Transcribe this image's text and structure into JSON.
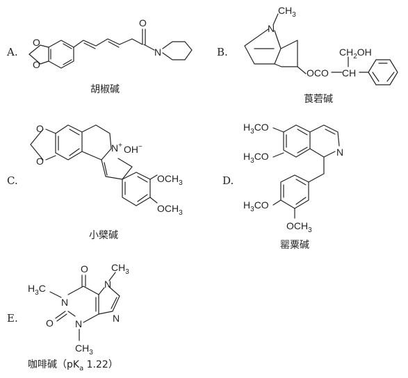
{
  "options": [
    {
      "letter": "A.",
      "name": "胡椒碱"
    },
    {
      "letter": "B.",
      "name": "莨菪碱"
    },
    {
      "letter": "C.",
      "name": "小檗碱"
    },
    {
      "letter": "D.",
      "name": "罂粟碱"
    },
    {
      "letter": "E.",
      "name": "咖啡碱",
      "note_prefix": "（pK",
      "note_sub": "a",
      "note_suffix": " 1.22）"
    }
  ],
  "atoms": {
    "O": "O",
    "N": "N",
    "CH3": "CH",
    "three": "3",
    "H3C": "H",
    "three_b": "3",
    "C": "C",
    "CH2OH": "CH",
    "two": "2",
    "OH": "OH",
    "OCO": "OCO",
    "CH": "CH",
    "OCH3": "OCH",
    "H3CO_a": "H",
    "H3CO_b": "CO",
    "Nplus": "N",
    "plus": "+",
    "OHminus": "OH",
    "minus": "−"
  }
}
